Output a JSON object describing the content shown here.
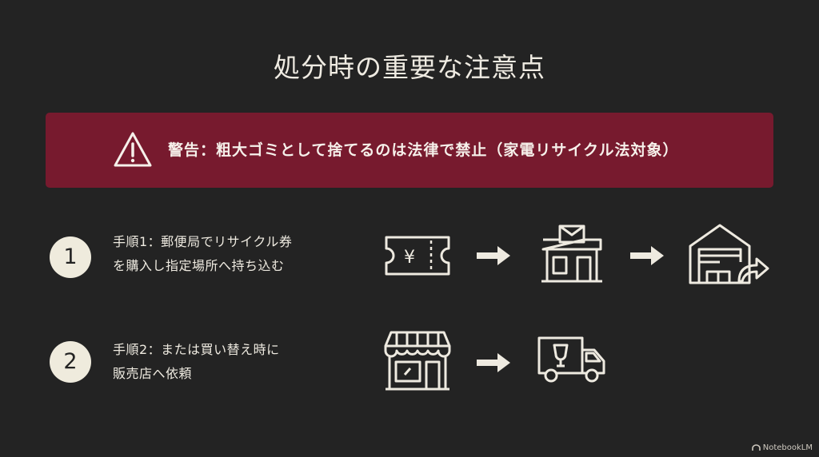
{
  "title": "処分時の重要な注意点",
  "warning": {
    "text": "警告：粗大ゴミとして捨てるのは法律で禁止（家電リサイクル法対象）",
    "icon": "warning-triangle-icon"
  },
  "steps": [
    {
      "number": "1",
      "line1": "手順1：郵便局でリサイクル券",
      "line2": "を購入し指定場所へ持ち込む",
      "icons": [
        "ticket-yen-icon",
        "arrow-right-icon",
        "post-office-icon",
        "arrow-right-icon",
        "warehouse-delivery-icon"
      ]
    },
    {
      "number": "2",
      "line1": "手順2：または買い替え時に",
      "line2": "販売店へ依頼",
      "icons": [
        "storefront-icon",
        "arrow-right-icon",
        "delivery-truck-icon"
      ]
    }
  ],
  "footer": {
    "brand": "NotebookLM"
  },
  "colors": {
    "background": "#232323",
    "warning_bg": "#771a2e",
    "text": "#eeeae0"
  }
}
